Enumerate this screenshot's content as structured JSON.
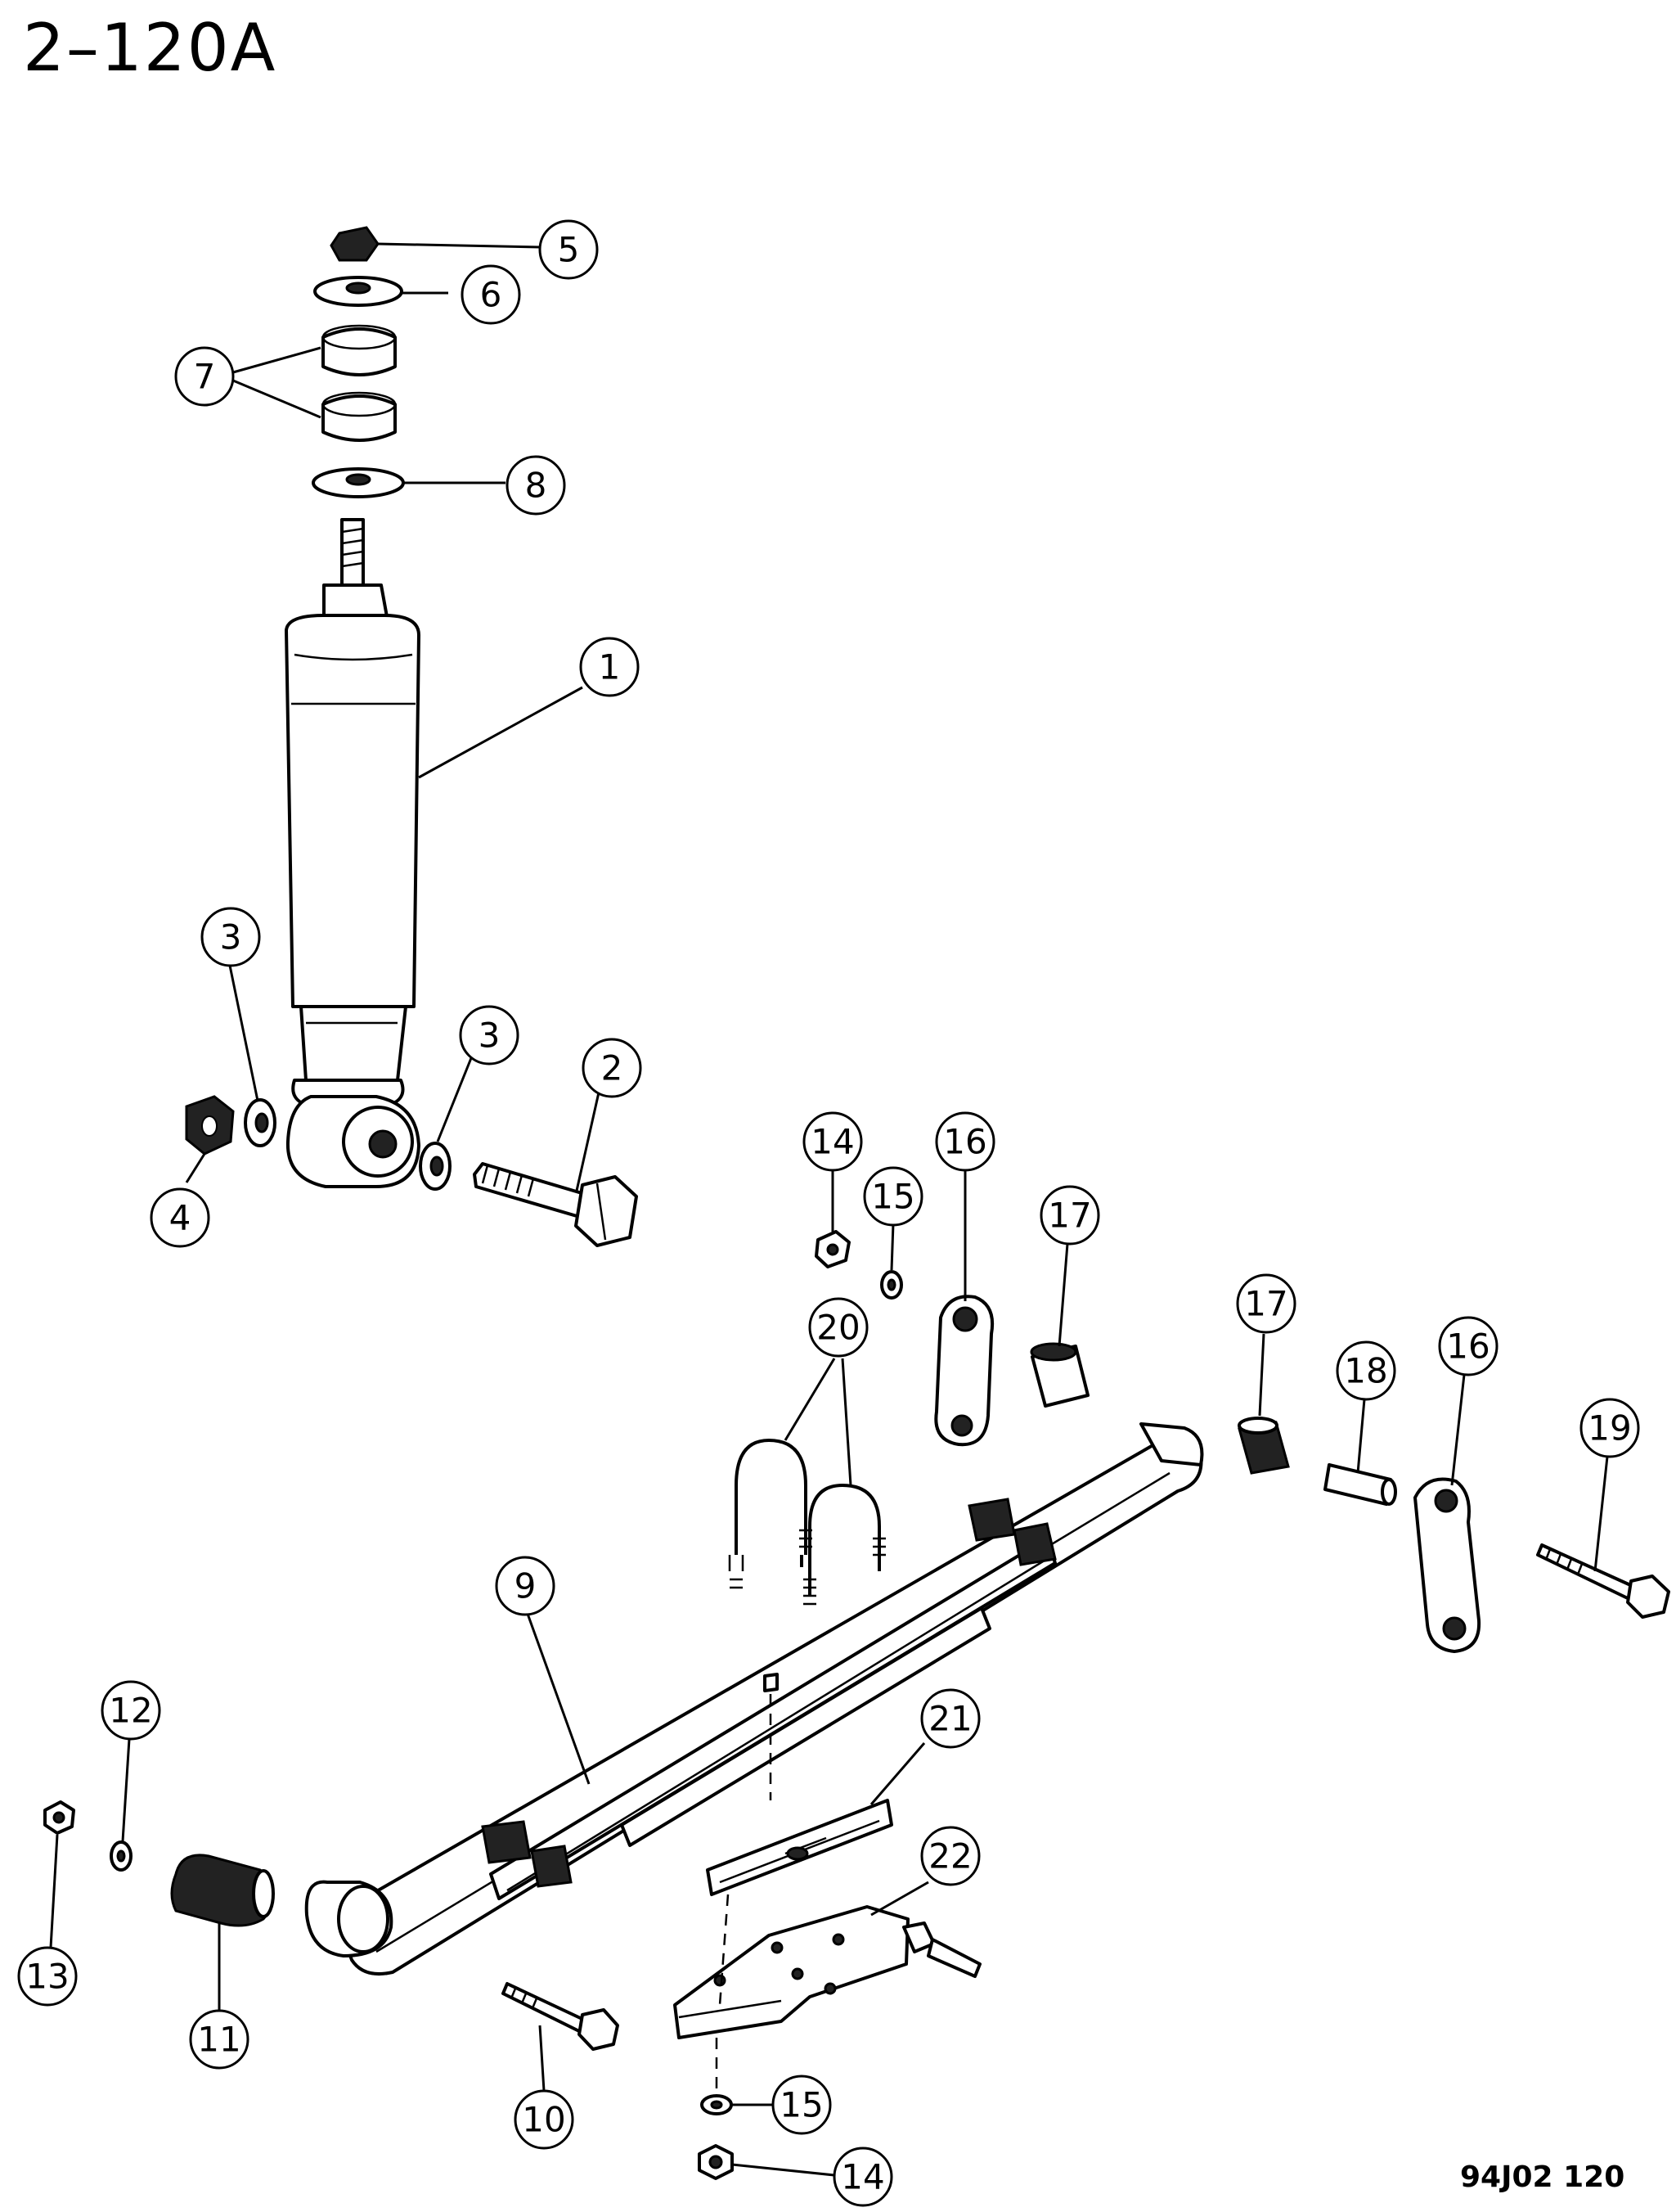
{
  "page_code": "2–120A",
  "reference_code": "94J02 120",
  "callouts": {
    "c1": "1",
    "c2": "2",
    "c3a": "3",
    "c3b": "3",
    "c4": "4",
    "c5": "5",
    "c6": "6",
    "c7": "7",
    "c8": "8",
    "c9": "9",
    "c10": "10",
    "c11": "11",
    "c12": "12",
    "c13": "13",
    "c14a": "14",
    "c14b": "14",
    "c15a": "15",
    "c15b": "15",
    "c16a": "16",
    "c16b": "16",
    "c17a": "17",
    "c17b": "17",
    "c18": "18",
    "c19": "19",
    "c20": "20",
    "c21": "21",
    "c22": "22"
  }
}
